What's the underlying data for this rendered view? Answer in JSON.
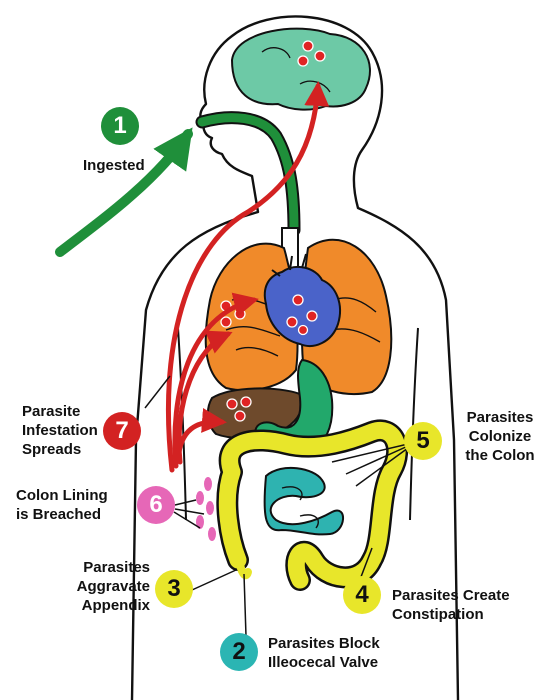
{
  "diagram": {
    "steps": [
      {
        "number": "1",
        "label": "Ingested",
        "color": "#1f8f3a",
        "text_color": "#ffffff"
      },
      {
        "number": "2",
        "label": "Parasites Block\nIlleocecal Valve",
        "color": "#2bb5b3",
        "text_color": "#111111"
      },
      {
        "number": "3",
        "label": "Parasites\nAggravate\nAppendix",
        "color": "#e8e62a",
        "text_color": "#111111"
      },
      {
        "number": "4",
        "label": "Parasites Create\nConstipation",
        "color": "#e8e62a",
        "text_color": "#111111"
      },
      {
        "number": "5",
        "label": "Parasites\nColonize\nthe Colon",
        "color": "#e8e62a",
        "text_color": "#111111"
      },
      {
        "number": "6",
        "label": "Colon Lining\nis Breached",
        "color": "#e667b7",
        "text_color": "#ffffff"
      },
      {
        "number": "7",
        "label": "Parasite\nInfestation\nSpreads",
        "color": "#d32222",
        "text_color": "#ffffff"
      }
    ],
    "organ_colors": {
      "brain": "#6dc9a6",
      "lungs": "#f08a2a",
      "heart": "#4a63c9",
      "liver": "#6e4a2c",
      "stomach": "#22a86b",
      "large_intestine": "#e8e62a",
      "small_intestine": "#2eb3b0",
      "esophagus": "#1f8f3a",
      "parasite_dots": "#e02424",
      "spread_arrows": "#d32222",
      "breach_marks": "#e667b7"
    }
  }
}
